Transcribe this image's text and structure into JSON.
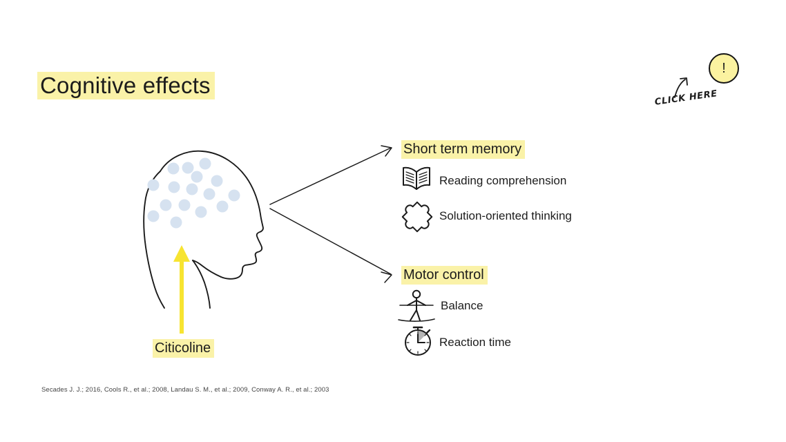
{
  "slide": {
    "title": "Cognitive effects",
    "background_color": "#ffffff",
    "highlight_color": "#faf2a8",
    "accent_yellow": "#f7e431",
    "dot_color": "#d6e2f0",
    "ink_color": "#1c1c1c"
  },
  "diagram": {
    "source_label": "Citicoline",
    "subject_icon": "head-profile-icon",
    "flow_arrow_icon": "up-arrow-icon",
    "branch_arrow_icon": "branch-arrow-icon"
  },
  "sections": [
    {
      "heading": "Short term memory",
      "items": [
        {
          "label": "Reading comprehension",
          "icon": "open-book-icon"
        },
        {
          "label": "Solution-oriented thinking",
          "icon": "puzzle-piece-icon"
        }
      ]
    },
    {
      "heading": "Motor control",
      "items": [
        {
          "label": "Balance",
          "icon": "tightrope-walker-icon"
        },
        {
          "label": "Reaction time",
          "icon": "stopwatch-icon"
        }
      ]
    }
  ],
  "annotation": {
    "click_here_label": "CLICK HERE",
    "arrow_icon": "curved-arrow-icon",
    "badge": {
      "symbol": "!",
      "icon": "exclamation-badge-icon",
      "fill": "#fbf2a0"
    }
  },
  "citation": "Secades J. J.; 2016, Cools R., et al.; 2008, Landau S. M., et al.; 2009, Conway A. R., et al.; 2003"
}
